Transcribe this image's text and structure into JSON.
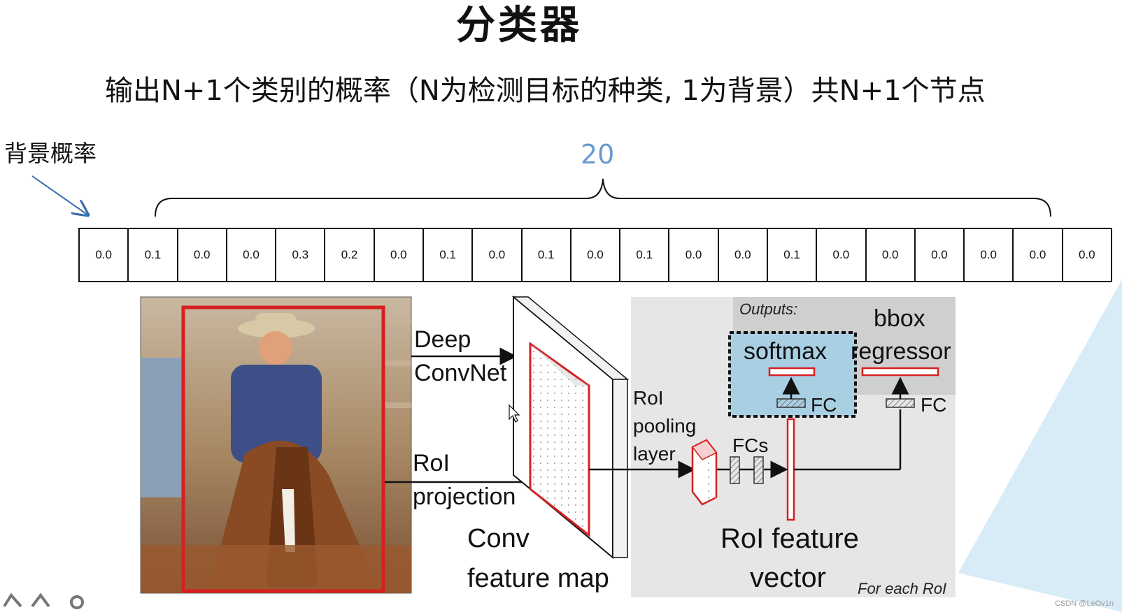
{
  "title": "分类器",
  "subtitle": "输出N+1个类别的概率（N为检测目标的种类, 1为背景）共N+1个节点",
  "background_label": "背景概率",
  "class_count": "20",
  "probabilities": [
    "0.0",
    "0.1",
    "0.0",
    "0.0",
    "0.3",
    "0.2",
    "0.0",
    "0.1",
    "0.0",
    "0.1",
    "0.0",
    "0.1",
    "0.0",
    "0.0",
    "0.1",
    "0.0",
    "0.0",
    "0.0",
    "0.0",
    "0.0",
    "0.0"
  ],
  "diagram": {
    "deep_convnet": [
      "Deep",
      "ConvNet"
    ],
    "roi_projection": [
      "RoI",
      "projection"
    ],
    "conv_feature_map": [
      "Conv",
      "feature map"
    ],
    "roi_pooling_layer": [
      "RoI",
      "pooling",
      "layer"
    ],
    "fcs": "FCs",
    "outputs": "Outputs:",
    "softmax": "softmax",
    "bbox_regressor": [
      "bbox",
      "regressor"
    ],
    "fc": "FC",
    "roi_feature_vector": [
      "RoI feature",
      "vector"
    ],
    "for_each_roi": "For each RoI"
  },
  "watermark": "CSDN @LeOv1n",
  "colors": {
    "accent_blue": "#6a9bd0",
    "box_red": "#d62020",
    "softmax_bg": "#a9cfe2",
    "panel_gray": "#e6e6e6"
  }
}
